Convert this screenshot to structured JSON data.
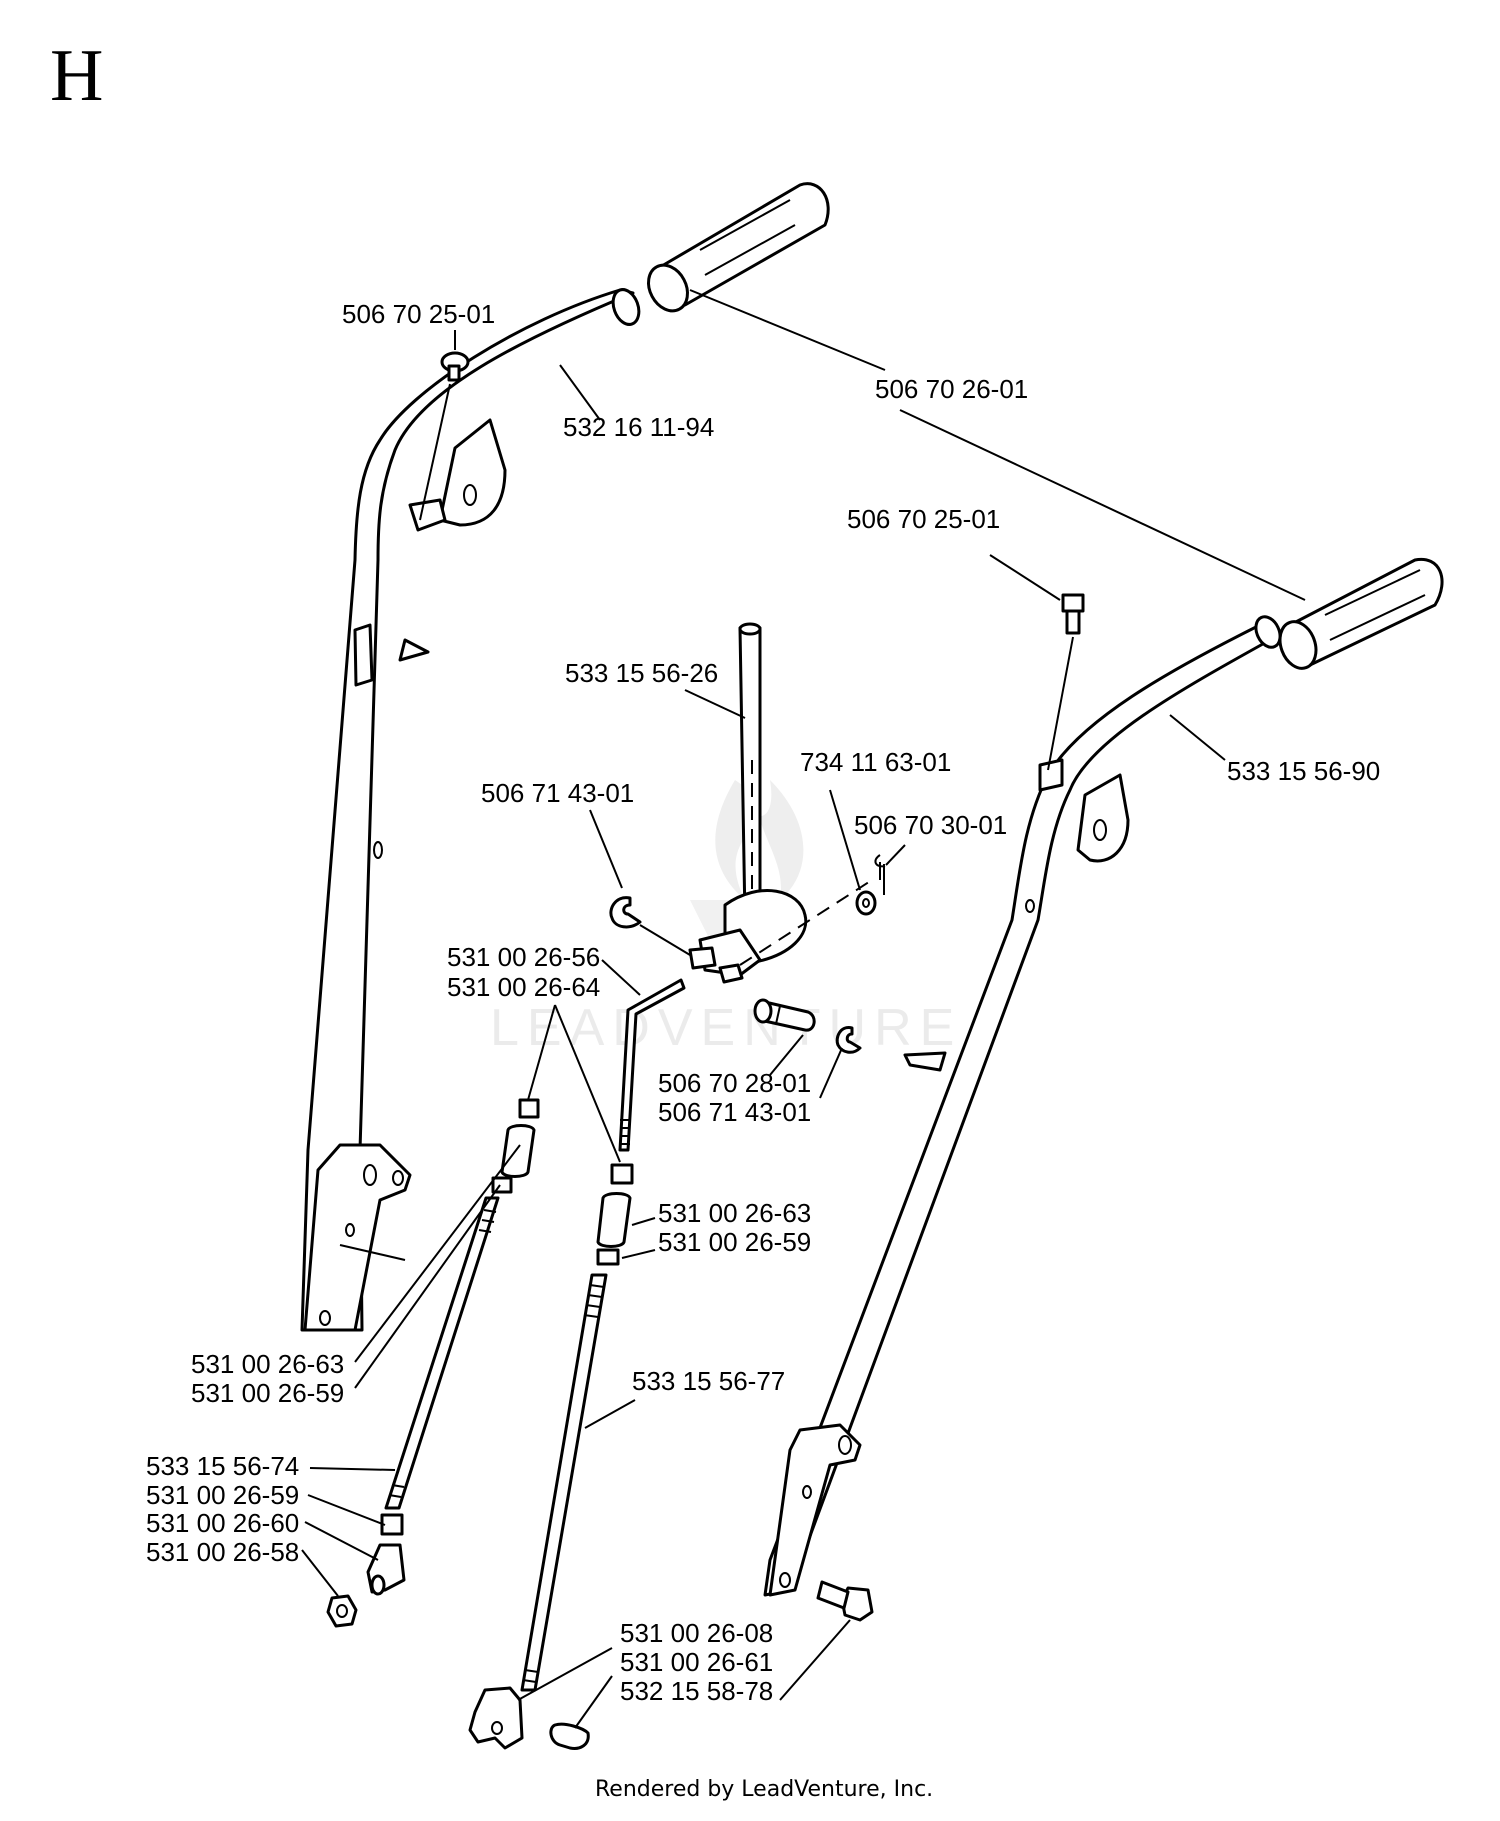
{
  "section_letter": "H",
  "watermark": "LEADVENTURE",
  "footer": "Rendered by LeadVenture, Inc.",
  "callouts": [
    {
      "id": "lbl-01",
      "text": "506 70 25-01"
    },
    {
      "id": "lbl-02",
      "text": "532 16 11-94"
    },
    {
      "id": "lbl-03",
      "text": "506 70 26-01"
    },
    {
      "id": "lbl-04",
      "text": "506 70 25-01"
    },
    {
      "id": "lbl-05",
      "text": "533 15 56-26"
    },
    {
      "id": "lbl-06",
      "text": "734 11 63-01"
    },
    {
      "id": "lbl-07",
      "text": "533 15 56-90"
    },
    {
      "id": "lbl-08",
      "text": "506 71 43-01"
    },
    {
      "id": "lbl-09",
      "text": "506 70 30-01"
    },
    {
      "id": "lbl-10",
      "text": "531 00 26-56"
    },
    {
      "id": "lbl-11",
      "text": "531 00 26-64"
    },
    {
      "id": "lbl-12",
      "text": "506 70 28-01"
    },
    {
      "id": "lbl-13",
      "text": "506 71 43-01"
    },
    {
      "id": "lbl-14",
      "text": "531 00 26-63"
    },
    {
      "id": "lbl-15",
      "text": "531 00 26-59"
    },
    {
      "id": "lbl-16",
      "text": "531 00 26-63"
    },
    {
      "id": "lbl-17",
      "text": "531 00 26-59"
    },
    {
      "id": "lbl-18",
      "text": "533 15 56-77"
    },
    {
      "id": "lbl-19",
      "text": "533 15 56-74"
    },
    {
      "id": "lbl-20",
      "text": "531 00 26-59"
    },
    {
      "id": "lbl-21",
      "text": "531 00 26-60"
    },
    {
      "id": "lbl-22",
      "text": "531 00 26-58"
    },
    {
      "id": "lbl-23",
      "text": "531 00 26-08"
    },
    {
      "id": "lbl-24",
      "text": "531 00 26-61"
    },
    {
      "id": "lbl-25",
      "text": "532 15 58-78"
    }
  ]
}
